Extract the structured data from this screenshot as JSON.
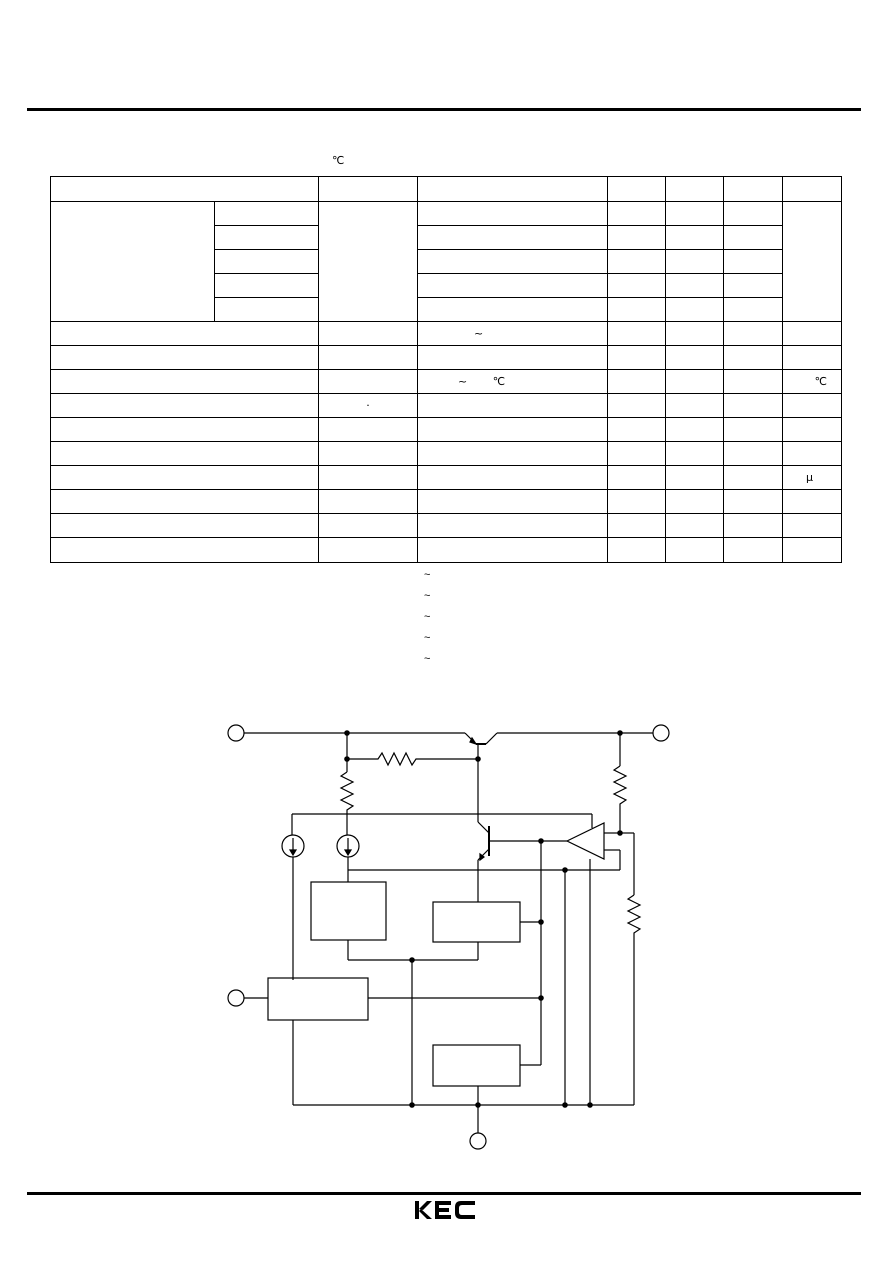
{
  "header": {
    "unit_note": "℃"
  },
  "table": {
    "rows": [
      {
        "row": "header"
      },
      {
        "row": "output-1"
      },
      {
        "row": "output-2"
      },
      {
        "row": "output-3"
      },
      {
        "row": "output-4"
      },
      {
        "row": "output-5"
      },
      {
        "row": "param-1",
        "condition_mark": "~"
      },
      {
        "row": "param-2"
      },
      {
        "row": "param-3",
        "condition_mark": "~",
        "condition_unit": "℃",
        "unit": "℃"
      },
      {
        "row": "param-4",
        "symbol_mark": "·"
      },
      {
        "row": "param-5"
      },
      {
        "row": "param-6"
      },
      {
        "row": "param-7",
        "unit": "μ"
      },
      {
        "row": "param-8"
      },
      {
        "row": "param-9"
      },
      {
        "row": "param-10"
      }
    ]
  },
  "notes": [
    "~",
    "~",
    "~",
    "~",
    "~"
  ],
  "footer": {
    "logo_text": "KEC"
  },
  "colors": {
    "ink": "#000000",
    "paper": "#ffffff"
  }
}
